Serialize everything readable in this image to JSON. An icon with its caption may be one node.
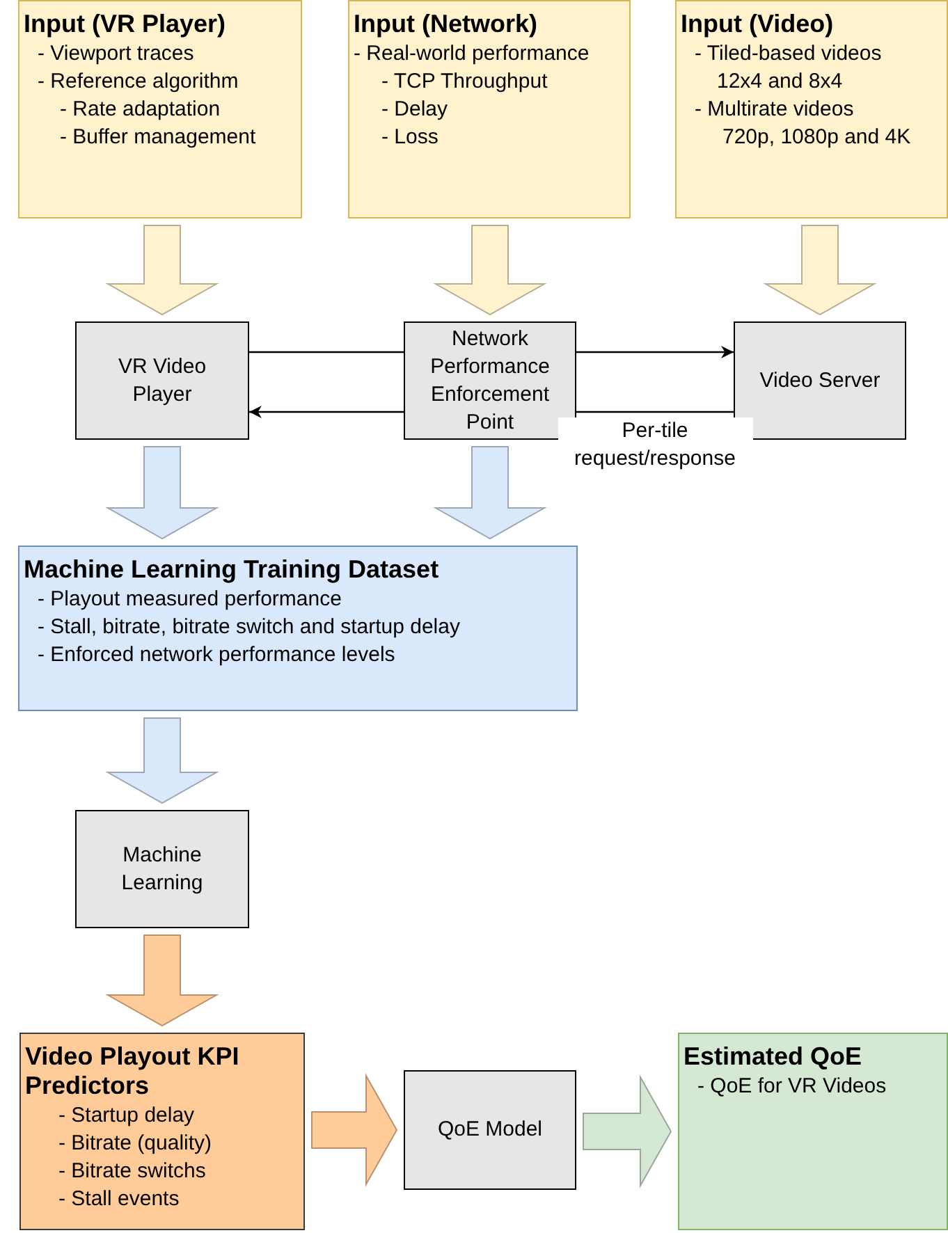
{
  "diagram": {
    "nodes": [
      {
        "text": [
          "Input (VR Player)",
          "- Viewport traces",
          "- Reference algorithm",
          "- Rate adaptation",
          "- Buffer management"
        ]
      },
      {
        "text": [
          "Input (Network)",
          "- Real-world performance",
          "- TCP Throughput",
          "- Delay",
          "- Loss"
        ]
      },
      {
        "text": [
          "Input (Video)",
          "- Tiled-based videos",
          "12x4 and 8x4",
          "- Multirate videos",
          "720p, 1080p and 4K"
        ]
      },
      {
        "text": [
          "VR Video Player"
        ]
      },
      {
        "text": [
          "Network Performance Enforcement Point"
        ]
      },
      {
        "text": [
          "Video Server"
        ]
      },
      {
        "text": [
          "Machine Learning Training Dataset",
          "- Playout measured performance",
          "- Stall, bitrate, bitrate switch and startup delay",
          "- Enforced network performance levels"
        ]
      },
      {
        "text": [
          "Machine Learning"
        ]
      },
      {
        "text": [
          "Video Playout KPI Predictors",
          "- Startup delay",
          "- Bitrate (quality)",
          "- Bitrate switchs",
          "- Stall events"
        ]
      },
      {
        "text": [
          "QoE Model"
        ]
      },
      {
        "text": [
          "Estimated QoE",
          "- QoE for VR Videos"
        ]
      }
    ],
    "edges": [
      {
        "from": 0,
        "to": 3,
        "arrow": "to",
        "style": "thick",
        "color": "#fff2cc"
      },
      {
        "from": 1,
        "to": 4,
        "arrow": "to",
        "style": "thick",
        "color": "#fff2cc"
      },
      {
        "from": 2,
        "to": 5,
        "arrow": "to",
        "style": "thick",
        "color": "#fff2cc"
      },
      {
        "from": 3,
        "to": 4,
        "arrow": "none"
      },
      {
        "from": 4,
        "to": 5,
        "arrow": "to"
      },
      {
        "from": 5,
        "to": 4,
        "arrow": "none",
        "label": "Per-tile request/response"
      },
      {
        "from": 4,
        "to": 3,
        "arrow": "to"
      },
      {
        "from": 3,
        "to": 6,
        "arrow": "to",
        "style": "thick",
        "color": "#dae8fc"
      },
      {
        "from": 4,
        "to": 6,
        "arrow": "to",
        "style": "thick",
        "color": "#dae8fc"
      },
      {
        "from": 6,
        "to": 7,
        "arrow": "to",
        "style": "thick",
        "color": "#dae8fc"
      },
      {
        "from": 7,
        "to": 8,
        "arrow": "to",
        "style": "thick",
        "color": "#ffcc99"
      },
      {
        "from": 8,
        "to": 9,
        "arrow": "to",
        "style": "thick",
        "color": "#ffcc99"
      },
      {
        "from": 9,
        "to": 10,
        "arrow": "to",
        "style": "thick",
        "color": "#d5e8d4"
      }
    ]
  }
}
